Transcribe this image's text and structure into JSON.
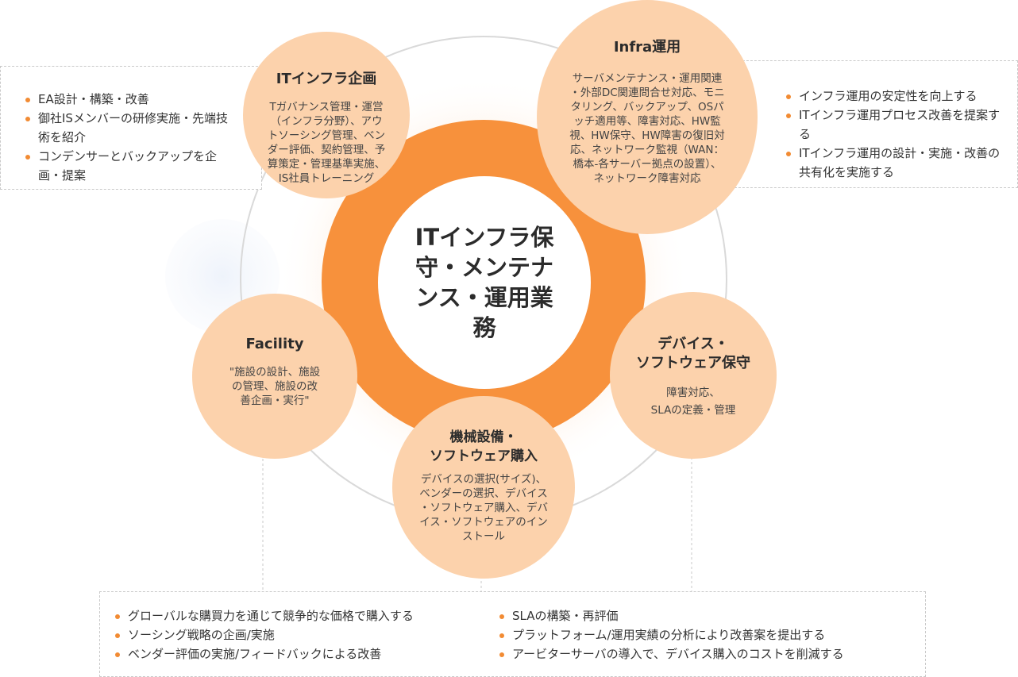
{
  "center": {
    "title": "ITインフラ保\n守・メンテナ\nンス・運用業\n務"
  },
  "nodes": {
    "it_infra_planning": {
      "title": "ITインフラ企画",
      "desc": "Tガバナンス管理・運営\n（インフラ分野）、アウ\nトソーシング管理、ベン\nダー評価、契約管理、予\n算策定・管理基準実施、\nIS社員トレーニング"
    },
    "infra_operation": {
      "title": "Infra運用",
      "desc": "サーバメンテナンス・運用関連\n・外部DC関連問合せ対応、モニ\nタリング、バックアップ、OSパ\nッチ適用等、障害対応、HW監\n視、HW保守、HW障害の復旧対\n応、ネットワーク監視（WAN：\n橋本-各サーバー拠点の設置）、\nネットワーク障害対応"
    },
    "facility": {
      "title": "Facility",
      "desc": "\"施設の設計、施設\nの管理、施設の改\n善企画・実行\""
    },
    "device_software_maintenance": {
      "title": "デバイス・\nソフトウェア保守",
      "desc": "障害対応、\nSLAの定義・管理"
    },
    "equipment_software_purchase": {
      "title": "機械設備・\nソフトウェア購入",
      "desc": "デバイスの選択(サイズ)、\nベンダーの選択、デバイス\n・ソフトウェア購入、デバ\nイス・ソフトウェアのイン\nストール"
    }
  },
  "boxes": {
    "left_top": [
      "EA設計・構築・改善",
      "御社ISメンバーの研修実施・先端技術を紹介",
      "コンデンサーとバックアップを企画・提案"
    ],
    "right_top": [
      "インフラ運用の安定性を向上する",
      "ITインフラ運用プロセス改善を提案する",
      "ITインフラ運用の設計・実施・改善の共有化を実施する"
    ],
    "bottom_left": [
      "グローバルな購買力を通じて競争的な価格で購入する",
      "ソーシング戦略の企画/実施",
      "ベンダー評価の実施/フィードバックによる改善"
    ],
    "bottom_right": [
      "SLAの構築・再評価",
      "プラットフォーム/運用実績の分析により改善案を提出する",
      "アービターサーバの導入で、デバイス購入のコストを削減する"
    ]
  },
  "colors": {
    "accent": "#f28b33",
    "node_fill": "#fcd2ac",
    "ring": "#f7913c",
    "outer_ring": "#d9d9d9"
  }
}
